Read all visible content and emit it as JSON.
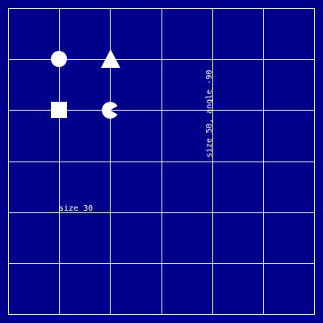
{
  "colors": {
    "background": "#00008b",
    "grid": "#e8e8f0",
    "foreground": "#ffffff"
  },
  "grid": {
    "shown": true,
    "columns": 6,
    "rows": 6
  },
  "symbols": [
    {
      "name": "circle-icon",
      "shape": "circle"
    },
    {
      "name": "triangle-icon",
      "shape": "triangle"
    },
    {
      "name": "square-icon",
      "shape": "square"
    },
    {
      "name": "pacman-icon",
      "shape": "pacman"
    }
  ],
  "labels": {
    "size_label": "size 30",
    "size_angle_label": "size 50, angle -90"
  }
}
